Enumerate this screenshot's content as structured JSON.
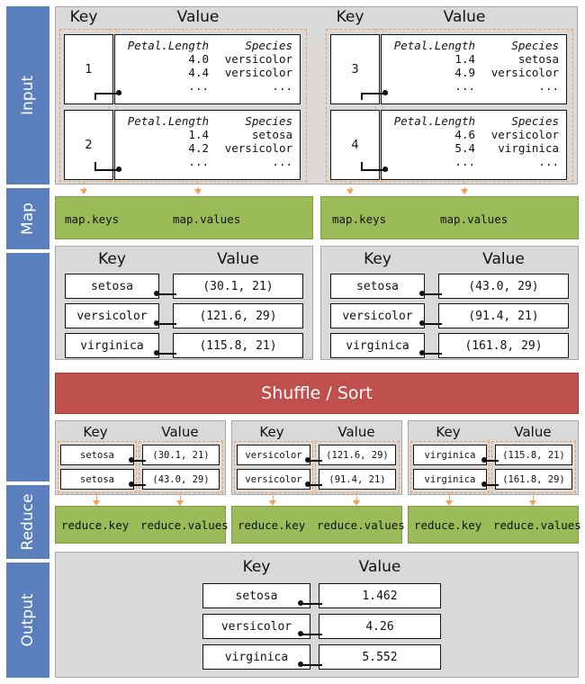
{
  "stages": {
    "input": "Input",
    "map": "Map",
    "reduce": "Reduce",
    "output": "Output"
  },
  "headers": {
    "key": "Key",
    "value": "Value"
  },
  "input": {
    "col_length": "Petal.Length",
    "col_species": "Species",
    "chunks": [
      {
        "key": "1",
        "rows": [
          [
            "4.0",
            "versicolor"
          ],
          [
            "4.4",
            "versicolor"
          ],
          [
            "...",
            "..."
          ]
        ]
      },
      {
        "key": "2",
        "rows": [
          [
            "1.4",
            "setosa"
          ],
          [
            "4.2",
            "versicolor"
          ],
          [
            "...",
            "..."
          ]
        ]
      },
      {
        "key": "3",
        "rows": [
          [
            "1.4",
            "setosa"
          ],
          [
            "4.9",
            "versicolor"
          ],
          [
            "...",
            "..."
          ]
        ]
      },
      {
        "key": "4",
        "rows": [
          [
            "4.6",
            "versicolor"
          ],
          [
            "5.4",
            "virginica"
          ],
          [
            "...",
            "..."
          ]
        ]
      }
    ]
  },
  "map_labels": {
    "keys": "map.keys",
    "values": "map.values"
  },
  "map_output": [
    [
      {
        "key": "setosa",
        "value": "(30.1, 21)"
      },
      {
        "key": "versicolor",
        "value": "(121.6, 29)"
      },
      {
        "key": "virginica",
        "value": "(115.8, 21)"
      }
    ],
    [
      {
        "key": "setosa",
        "value": "(43.0, 29)"
      },
      {
        "key": "versicolor",
        "value": "(91.4, 21)"
      },
      {
        "key": "virginica",
        "value": "(161.8, 29)"
      }
    ]
  ],
  "shuffle": "Shuffle / Sort",
  "groups": [
    [
      {
        "key": "setosa",
        "value": "(30.1, 21)"
      },
      {
        "key": "setosa",
        "value": "(43.0, 29)"
      }
    ],
    [
      {
        "key": "versicolor",
        "value": "(121.6, 29)"
      },
      {
        "key": "versicolor",
        "value": "(91.4, 21)"
      }
    ],
    [
      {
        "key": "virginica",
        "value": "(115.8, 21)"
      },
      {
        "key": "virginica",
        "value": "(161.8, 29)"
      }
    ]
  ],
  "reduce_labels": {
    "key": "reduce.key",
    "values": "reduce.values"
  },
  "output": [
    {
      "key": "setosa",
      "value": "1.462"
    },
    {
      "key": "versicolor",
      "value": "4.26"
    },
    {
      "key": "virginica",
      "value": "5.552"
    }
  ]
}
